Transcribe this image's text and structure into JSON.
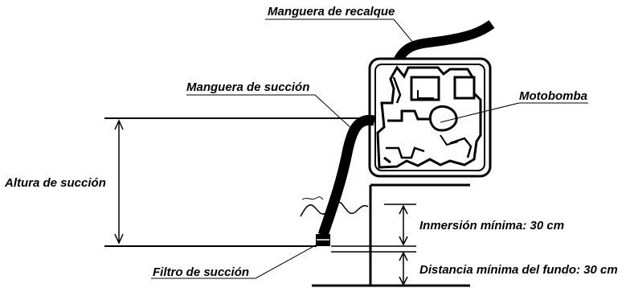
{
  "labels": {
    "discharge_hose": "Manguera de recalque",
    "suction_hose": "Manguera de succión",
    "motor_pump": "Motobomba",
    "suction_height": "Altura de succión",
    "min_immersion": "Inmersión mínima: 30 cm",
    "min_bottom_distance": "Distancia mínima del fundo: 30 cm",
    "suction_filter": "Filtro de succión"
  },
  "colors": {
    "ink": "#000000",
    "background": "#ffffff",
    "pump_fill": "#ffffff"
  }
}
